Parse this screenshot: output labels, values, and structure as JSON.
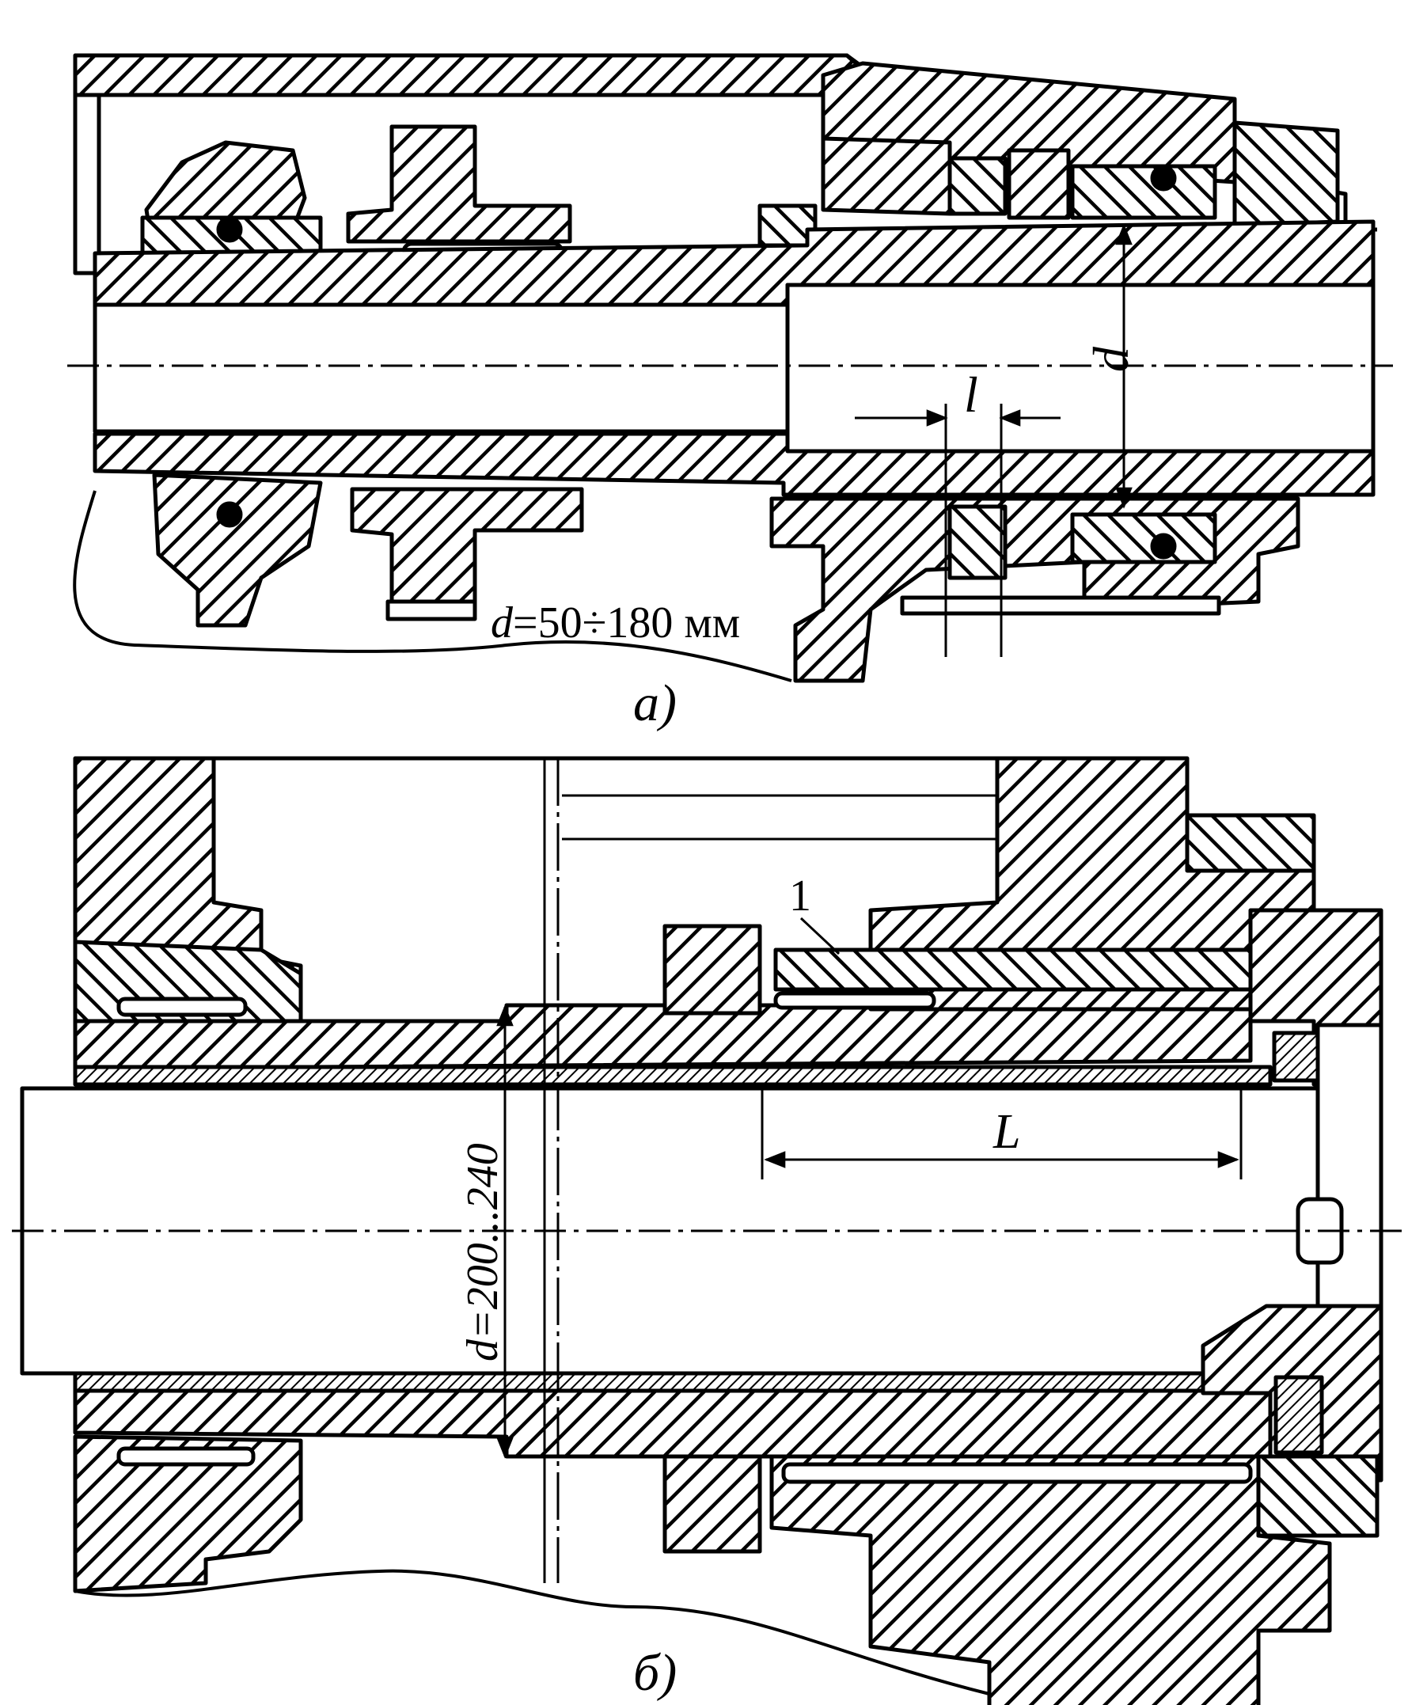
{
  "figure_a": {
    "dim_d": "d",
    "dim_l": "l",
    "range_var": "d",
    "range_value": "=50÷180 мм",
    "caption": "а)"
  },
  "figure_b": {
    "range_label": "d=200...240",
    "dim_L": "L",
    "part_number": "1",
    "caption": "б)"
  },
  "colors": {
    "ink": "#000000",
    "paper": "#ffffff"
  }
}
